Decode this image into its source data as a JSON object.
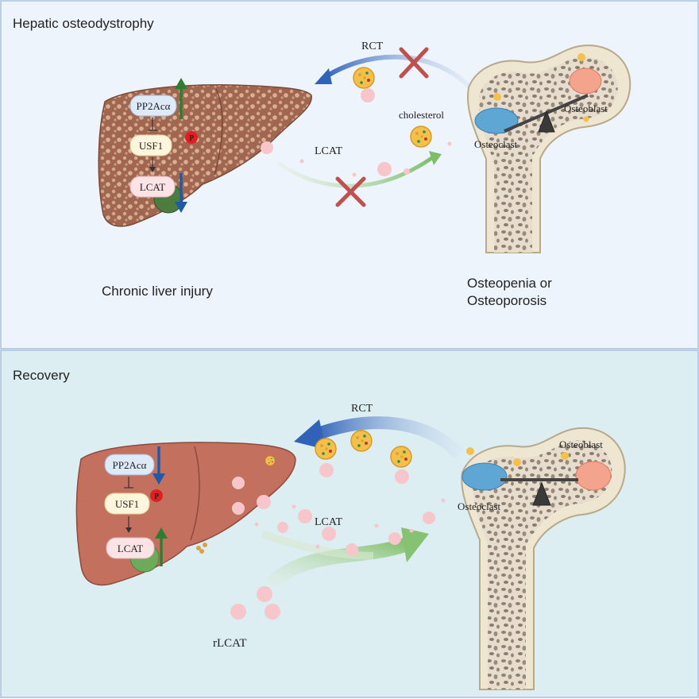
{
  "top_panel": {
    "title": "Hepatic osteodystrophy",
    "liver_caption": "Chronic liver injury",
    "bone_caption_line1": "Osteopenia or",
    "bone_caption_line2": "Osteoporosis",
    "arrow_rct": "RCT",
    "arrow_lcat": "LCAT",
    "cholesterol": "cholesterol",
    "pathway": [
      "PP2Acα",
      "USF1",
      "LCAT"
    ],
    "phospho": "P",
    "osteoclast": "Osteoclast",
    "osteoblast": "Osteoblast"
  },
  "bottom_panel": {
    "title": "Recovery",
    "arrow_rct": "RCT",
    "arrow_lcat": "LCAT",
    "treatment": "rLCAT",
    "pathway": [
      "PP2Acα",
      "USF1",
      "LCAT"
    ],
    "phospho": "P",
    "osteoclast": "Osteoclast",
    "osteoblast": "Osteoblast"
  },
  "colors": {
    "top_bg": "#eef4fb",
    "bottom_bg": "#ddeef3",
    "border": "#a9bfe0",
    "liver_diseased": "#a0664f",
    "liver_healthy": "#c4705e",
    "arrow_up": "#2e7d32",
    "arrow_down": "#1f5aa6",
    "cross": "#c0504d",
    "lcat_arrow": "#8cc47a",
    "rct_arrow": "#3b6fc0"
  }
}
